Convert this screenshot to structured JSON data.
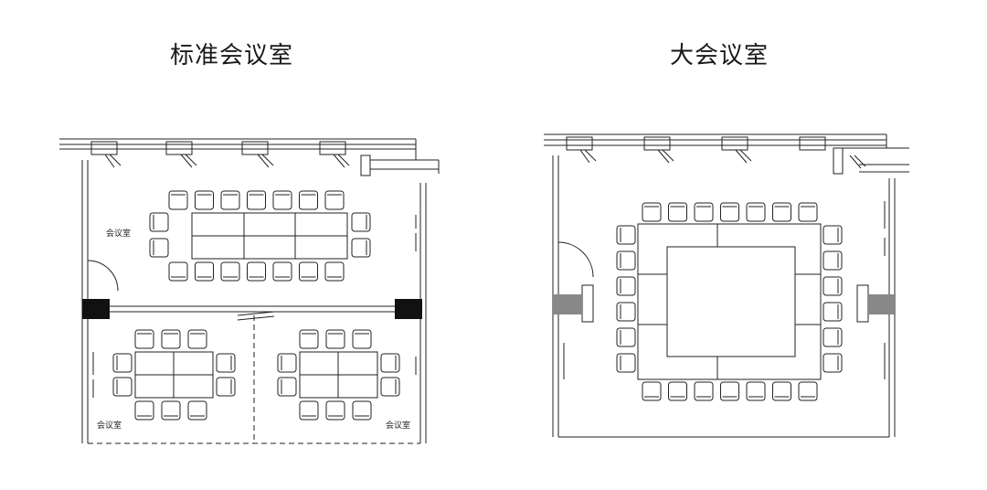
{
  "plans": [
    {
      "title": "标准会议室",
      "labels": [
        "会议室",
        "会议室",
        "会议室"
      ]
    },
    {
      "title": "大会议室"
    }
  ]
}
